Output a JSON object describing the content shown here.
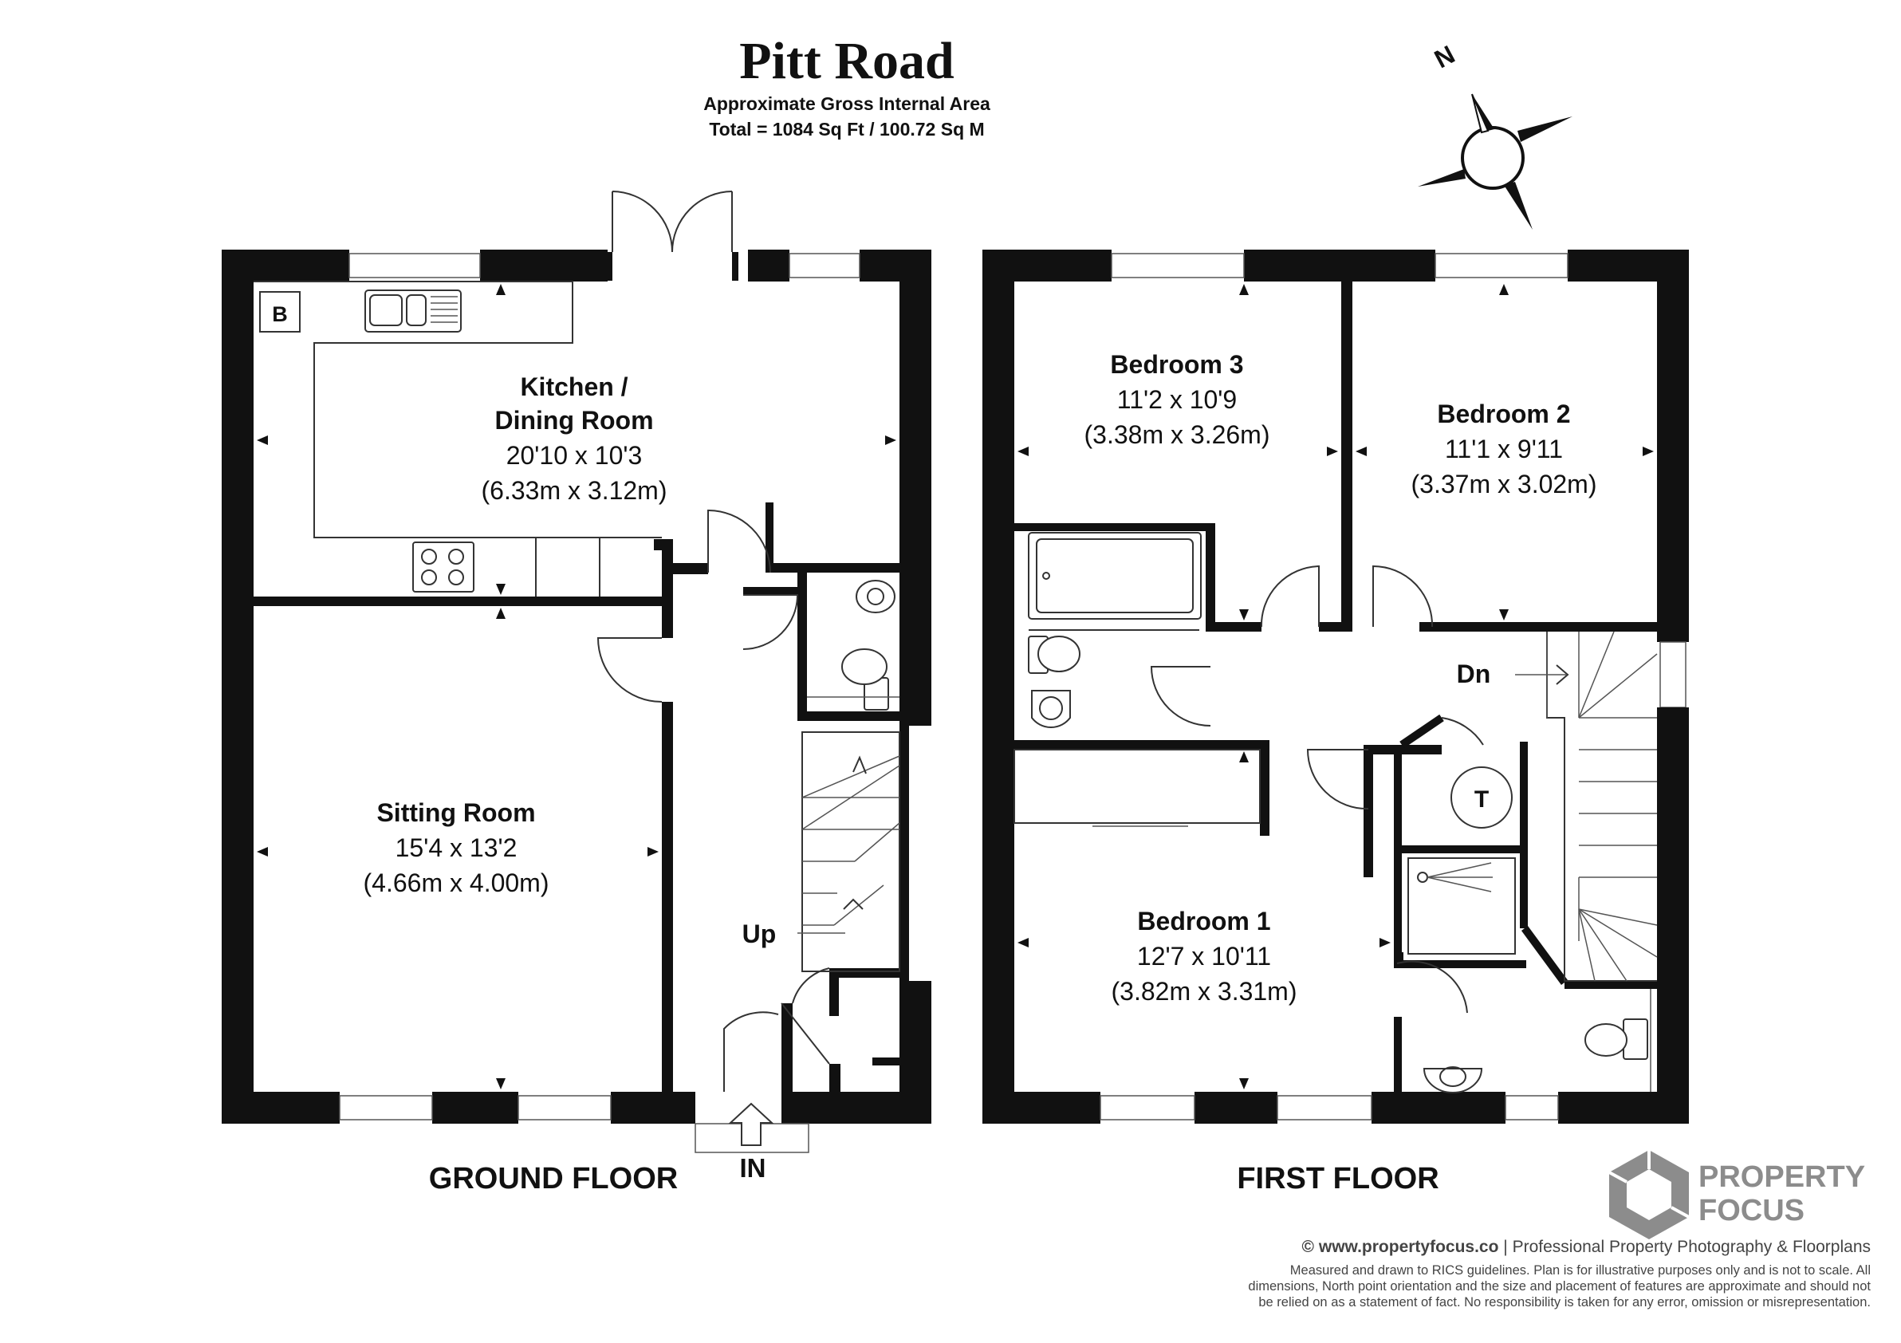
{
  "header": {
    "title": "Pitt Road",
    "subtitle": "Approximate Gross Internal Area",
    "total": "Total = 1084 Sq Ft / 100.72 Sq M"
  },
  "compass": {
    "north": "N"
  },
  "ground_floor": {
    "label": "GROUND FLOOR",
    "entrance": "IN",
    "stairs": "Up",
    "boiler": "B",
    "rooms": [
      {
        "name_line1": "Kitchen /",
        "name_line2": "Dining Room",
        "imperial": "20'10 x 10'3",
        "metric": "(6.33m x 3.12m)"
      },
      {
        "name_line1": "Sitting Room",
        "imperial": "15'4 x 13'2",
        "metric": "(4.66m x 4.00m)"
      }
    ]
  },
  "first_floor": {
    "label": "FIRST FLOOR",
    "stairs": "Dn",
    "tank": "T",
    "rooms": [
      {
        "name_line1": "Bedroom 3",
        "imperial": "11'2 x 10'9",
        "metric": "(3.38m x 3.26m)"
      },
      {
        "name_line1": "Bedroom 2",
        "imperial": "11'1 x 9'11",
        "metric": "(3.37m x 3.02m)"
      },
      {
        "name_line1": "Bedroom 1",
        "imperial": "12'7 x 10'11",
        "metric": "(3.82m x 3.31m)"
      }
    ]
  },
  "branding": {
    "line1": "PROPERTY",
    "line2": "FOCUS",
    "website": "© www.propertyfocus.co",
    "tagline": "| Professional Property Photography & Floorplans",
    "disclaimer": [
      "Measured and drawn to RICS guidelines. Plan is for illustrative purposes only and is not to scale. All",
      "dimensions, North point orientation and the size and placement of features are approximate and should not",
      "be relied on as a statement of fact. No responsibility is taken for any error, omission or misrepresentation."
    ],
    "logo_color": "#8c8c8c"
  }
}
